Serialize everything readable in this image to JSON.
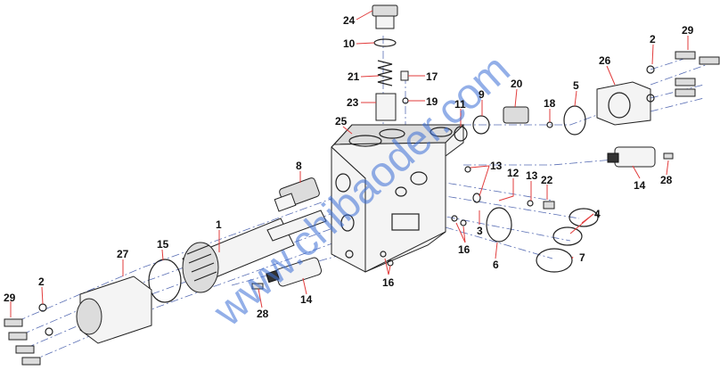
{
  "watermark": "www.chibaoder.com",
  "callouts": [
    {
      "id": "c24",
      "text": "24"
    },
    {
      "id": "c10",
      "text": "10"
    },
    {
      "id": "c21",
      "text": "21"
    },
    {
      "id": "c17",
      "text": "17"
    },
    {
      "id": "c23",
      "text": "23"
    },
    {
      "id": "c19",
      "text": "19"
    },
    {
      "id": "c25",
      "text": "25"
    },
    {
      "id": "c11",
      "text": "11"
    },
    {
      "id": "c9",
      "text": "9"
    },
    {
      "id": "c20",
      "text": "20"
    },
    {
      "id": "c18",
      "text": "18"
    },
    {
      "id": "c5",
      "text": "5"
    },
    {
      "id": "c26",
      "text": "26"
    },
    {
      "id": "c2a",
      "text": "2"
    },
    {
      "id": "c29a",
      "text": "29"
    },
    {
      "id": "c8",
      "text": "8"
    },
    {
      "id": "c13a",
      "text": "13"
    },
    {
      "id": "c13b",
      "text": "13"
    },
    {
      "id": "c12",
      "text": "12"
    },
    {
      "id": "c22",
      "text": "22"
    },
    {
      "id": "c14a",
      "text": "14"
    },
    {
      "id": "c28a",
      "text": "28"
    },
    {
      "id": "c4",
      "text": "4"
    },
    {
      "id": "c3",
      "text": "3"
    },
    {
      "id": "c16a",
      "text": "16"
    },
    {
      "id": "c6",
      "text": "6"
    },
    {
      "id": "c7",
      "text": "7"
    },
    {
      "id": "c1",
      "text": "1"
    },
    {
      "id": "c15",
      "text": "15"
    },
    {
      "id": "c27",
      "text": "27"
    },
    {
      "id": "c16b",
      "text": "16"
    },
    {
      "id": "c14b",
      "text": "14"
    },
    {
      "id": "c28b",
      "text": "28"
    },
    {
      "id": "c29b",
      "text": "29"
    },
    {
      "id": "c2b",
      "text": "2"
    }
  ]
}
